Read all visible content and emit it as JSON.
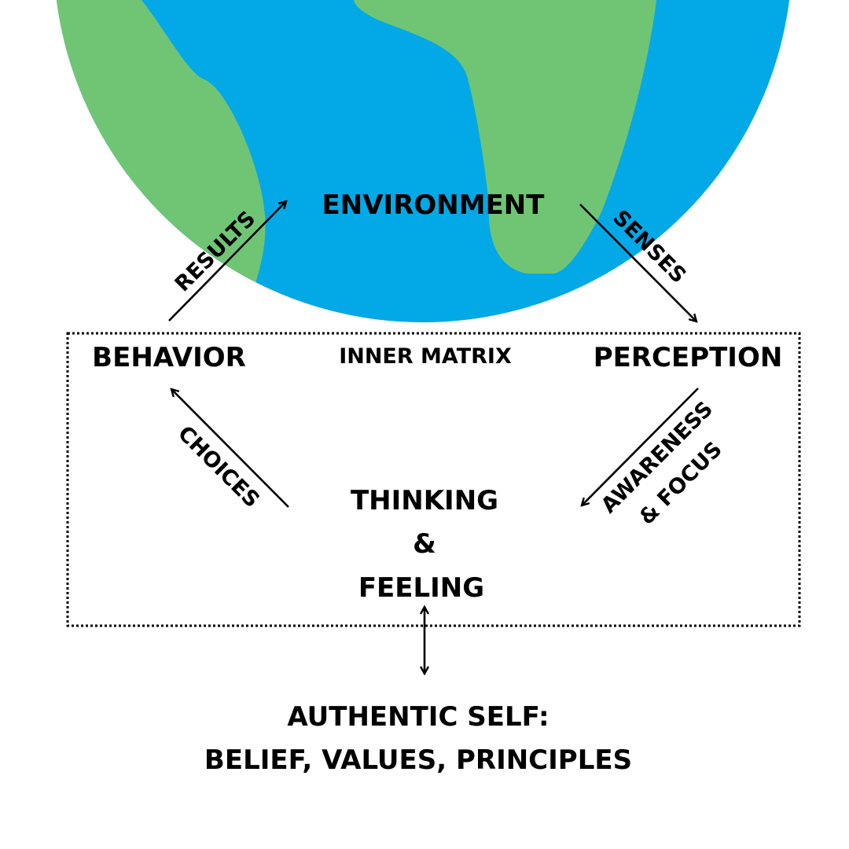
{
  "colors": {
    "ocean": "#03a9e6",
    "land": "#70c574",
    "ink": "#000000",
    "background": "#ffffff"
  },
  "nodes": {
    "environment": "ENVIRONMENT",
    "behavior": "BEHAVIOR",
    "inner_matrix": "INNER MATRIX",
    "perception": "PERCEPTION",
    "thinking": "THINKING",
    "ampersand": "&",
    "feeling": "FEELING",
    "authentic_self_line1": "AUTHENTIC SELF:",
    "authentic_self_line2": "BELIEF, VALUES, PRINCIPLES"
  },
  "edges": {
    "results": "RESULTS",
    "senses": "SENSES",
    "choices": "CHOICES",
    "awareness_line1": "AWARENESS",
    "awareness_line2": "& FOCUS"
  },
  "icons": {
    "globe": "earth-globe-icon"
  }
}
